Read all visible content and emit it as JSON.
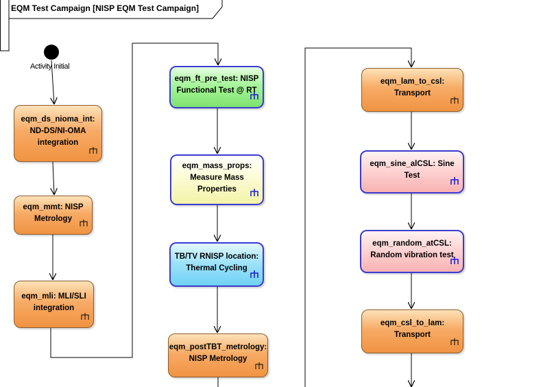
{
  "frame": {
    "title": "EQM Test Campaign [NISP EQM Test Campaign]"
  },
  "initial": {
    "label": "Activity Initial"
  },
  "colors": {
    "orange_fill": "#f7ab66",
    "green_fill": "#a7f59b",
    "yellow_fill": "#fbfbd2",
    "cyan_fill": "#9fe3fb",
    "pink_fill": "#ffd1d1",
    "highlight_border": "#3b3bd0",
    "call_behavior_icon": "fork-icon"
  },
  "columns": [
    {
      "nodes": [
        {
          "label": "eqm_ds_nioma_int: ND-DS/NI-OMA integration",
          "style": "orange"
        },
        {
          "label": "eqm_mmt: NISP Metrology",
          "style": "orange"
        },
        {
          "label": "eqm_mli: MLI/SLI integration",
          "style": "orange"
        }
      ]
    },
    {
      "nodes": [
        {
          "label": "eqm_ft_pre_test: NISP Functional Test @ RT",
          "style": "green"
        },
        {
          "label": "eqm_mass_props: Measure Mass Properties",
          "style": "yellow"
        },
        {
          "label": "TB/TV RNISP location: Thermal Cycling",
          "style": "cyan"
        },
        {
          "label": "eqm_postTBT_metrology: NISP Metrology",
          "style": "orange"
        }
      ]
    },
    {
      "nodes": [
        {
          "label": "eqm_lam_to_csl: Transport",
          "style": "orange"
        },
        {
          "label": "eqm_sine_alCSL: Sine Test",
          "style": "pink"
        },
        {
          "label": "eqm_random_atCSL: Random vibration test",
          "style": "pink"
        },
        {
          "label": "eqm_csl_to_lam: Transport",
          "style": "orange"
        }
      ]
    }
  ]
}
